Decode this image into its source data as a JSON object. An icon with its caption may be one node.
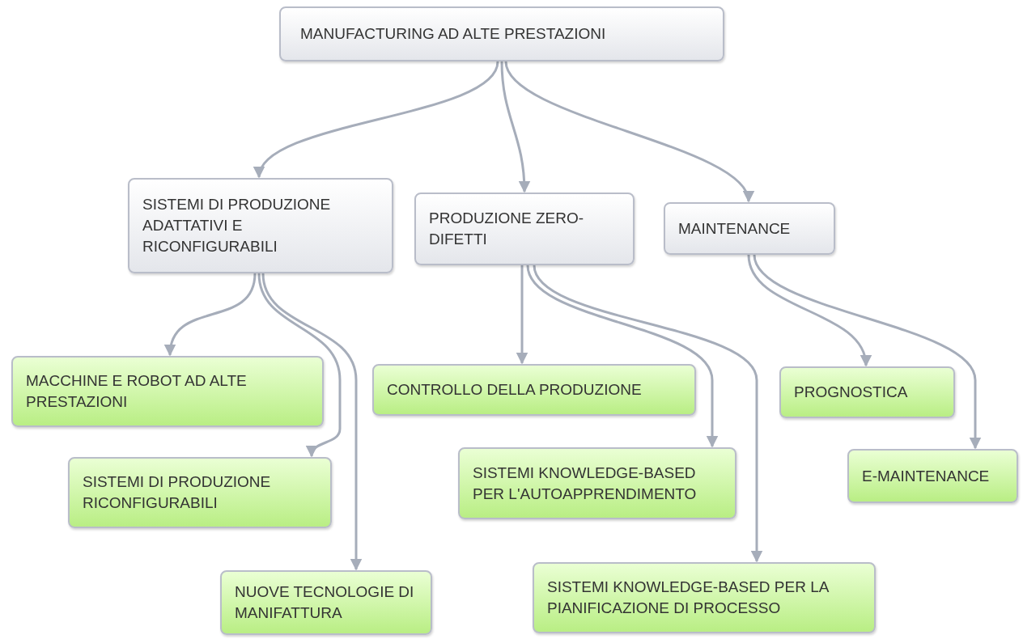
{
  "diagram": {
    "nodes": [
      {
        "text": [
          "MANUFACTURING AD ALTE PRESTAZIONI"
        ]
      },
      {
        "text": [
          "SISTEMI DI PRODUZIONE ADATTATIVI E RICONFIGURABILI"
        ]
      },
      {
        "text": [
          "PRODUZIONE ZERO-DIFETTI"
        ]
      },
      {
        "text": [
          "MAINTENANCE"
        ]
      },
      {
        "text": [
          "MACCHINE E ROBOT AD ALTE PRESTAZIONI"
        ]
      },
      {
        "text": [
          "SISTEMI DI PRODUZIONE RICONFIGURABILI"
        ]
      },
      {
        "text": [
          "NUOVE TECNOLOGIE DI MANIFATTURA"
        ]
      },
      {
        "text": [
          "CONTROLLO DELLA PRODUZIONE"
        ]
      },
      {
        "text": [
          "SISTEMI KNOWLEDGE-BASED PER L'AUTOAPPRENDIMENTO"
        ]
      },
      {
        "text": [
          "SISTEMI KNOWLEDGE-BASED PER LA PIANIFICAZIONE DI PROCESSO"
        ]
      },
      {
        "text": [
          "PROGNOSTICA"
        ]
      },
      {
        "text": [
          "E-MAINTENANCE"
        ]
      }
    ],
    "edges": [
      {
        "from": 0,
        "to": 1,
        "arrow": "to"
      },
      {
        "from": 0,
        "to": 2,
        "arrow": "to"
      },
      {
        "from": 0,
        "to": 3,
        "arrow": "to"
      },
      {
        "from": 1,
        "to": 4,
        "arrow": "to"
      },
      {
        "from": 1,
        "to": 5,
        "arrow": "to"
      },
      {
        "from": 1,
        "to": 6,
        "arrow": "to"
      },
      {
        "from": 2,
        "to": 7,
        "arrow": "to"
      },
      {
        "from": 2,
        "to": 8,
        "arrow": "to"
      },
      {
        "from": 2,
        "to": 9,
        "arrow": "to"
      },
      {
        "from": 3,
        "to": 10,
        "arrow": "to"
      },
      {
        "from": 3,
        "to": 11,
        "arrow": "to"
      }
    ]
  }
}
